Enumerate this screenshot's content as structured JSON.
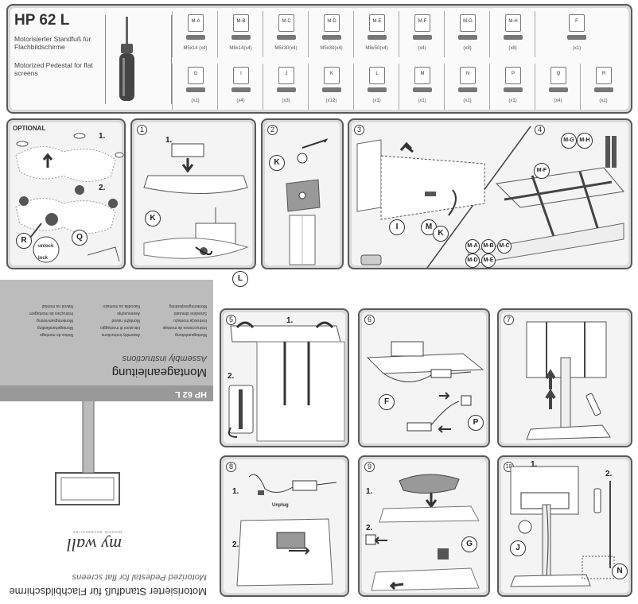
{
  "header": {
    "model": "HP 62 L",
    "title_de": "Motorisierter Standfuß für Flachbildschirme",
    "title_en": "Motorized Pedestal for flat screens"
  },
  "parts_row1": [
    {
      "code": "M-A",
      "qty": "M5x14 (x4)"
    },
    {
      "code": "M-B",
      "qty": "M8x14(x4)"
    },
    {
      "code": "M-C",
      "qty": "M5x30(x4)"
    },
    {
      "code": "M-D",
      "qty": "M5x30(x4)"
    },
    {
      "code": "M-E",
      "qty": "M8x50(x4)"
    },
    {
      "code": "M-F",
      "qty": "(x4)"
    },
    {
      "code": "M-G",
      "qty": "(x8)"
    },
    {
      "code": "M-H",
      "qty": "(x8)"
    },
    {
      "code": "F",
      "qty": "(x1)"
    }
  ],
  "parts_row2": [
    {
      "code": "G",
      "qty": "(x1)"
    },
    {
      "code": "I",
      "qty": "(x4)"
    },
    {
      "code": "J",
      "qty": "(x3)"
    },
    {
      "code": "K",
      "qty": "(x12)"
    },
    {
      "code": "L",
      "qty": "(x1)"
    },
    {
      "code": "M",
      "qty": "(x1)"
    },
    {
      "code": "N",
      "qty": "(x1)"
    },
    {
      "code": "P",
      "qty": "(x1)"
    },
    {
      "code": "Q",
      "qty": "(x4)"
    },
    {
      "code": "R",
      "qty": "(x1)"
    }
  ],
  "optional": {
    "title": "OPTIONAL",
    "step1": "1.",
    "step2": "2.",
    "unlock": "unlock",
    "lock": "lock",
    "labels": [
      "R",
      "Q"
    ]
  },
  "steps": {
    "s1": {
      "num": "1",
      "sub": "1.",
      "labels": [
        "K",
        "L"
      ]
    },
    "s2": {
      "num": "2",
      "labels": [
        "K"
      ]
    },
    "s3": {
      "num": "3",
      "labels": [
        "I",
        "M",
        "K"
      ]
    },
    "s4": {
      "num": "4",
      "labels_top": [
        "M-G",
        "M-H"
      ],
      "label_f": "M-F",
      "labels_bottom": [
        "M-A",
        "M-B",
        "M-C",
        "M-D",
        "M-E"
      ]
    },
    "s5": {
      "num": "5",
      "sub1": "1.",
      "sub2": "2."
    },
    "s6": {
      "num": "6",
      "labels": [
        "F",
        "P"
      ]
    },
    "s7": {
      "num": "7"
    },
    "s8": {
      "num": "8",
      "sub1": "1.",
      "sub2": "2.",
      "unplug": "Unplug"
    },
    "s9": {
      "num": "9",
      "sub1": "1.",
      "sub2": "2.",
      "labels": [
        "G"
      ]
    },
    "s10": {
      "num": "10",
      "sub1": "1.",
      "sub2": "2.",
      "labels": [
        "J",
        "N"
      ]
    }
  },
  "cover": {
    "languages": [
      "Montageanleitung",
      "Assembly instructions",
      "Notice de montage",
      "Instrucciones de montaje",
      "Istruzioni di montaggio",
      "Montagehandleiding",
      "Instrukcja montażu",
      "Montážní návod",
      "Monteringsanvisning",
      "Szerelési útmutató",
      "Asennusohje",
      "Instruções de montagem",
      "Monteringsvejledning",
      "Navodila za montažo",
      "Návod na montáž"
    ],
    "title_de": "Montageanleitung",
    "title_en": "Assembly instructions",
    "model": "HP 62 L",
    "brand": "my wall",
    "brand_sub": "mounts  accessories",
    "footer_de": "Motorisierter Standfuß für Flachbildschirme",
    "footer_en": "Motorized Pedestal for flat screens"
  }
}
